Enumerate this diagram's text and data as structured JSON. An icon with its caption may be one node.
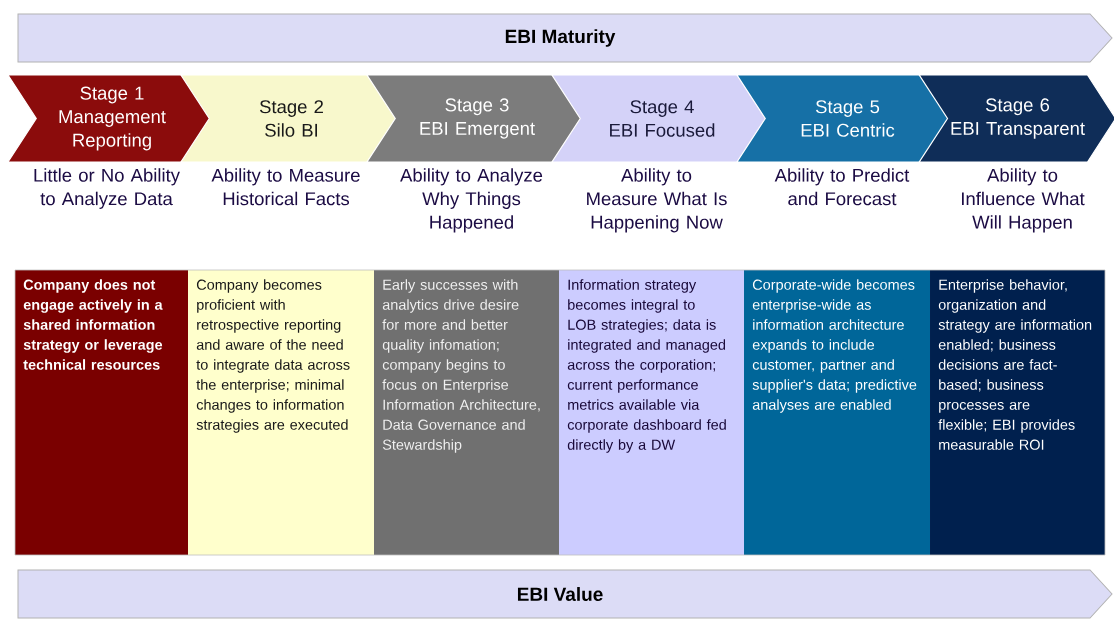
{
  "diagram": {
    "nodes": [
      {
        "text": [
          "EBI Maturity"
        ]
      },
      {
        "text": [
          "Stage 1",
          "Management Reporting"
        ],
        "beside": [
          "Little or No Ability to Analyze Data"
        ]
      },
      {
        "text": [
          "Stage 2",
          "Silo BI"
        ],
        "beside": [
          "Ability to Measure Historical Facts"
        ]
      },
      {
        "text": [
          "Stage 3",
          "EBI Emergent"
        ],
        "beside": [
          "Ability to Analyze Why Things Happened"
        ]
      },
      {
        "text": [
          "Stage 4",
          "EBI Focused"
        ],
        "beside": [
          "Ability to Measure What Is Happening Now"
        ]
      },
      {
        "text": [
          "Stage 5",
          "EBI Centric"
        ],
        "beside": [
          "Ability to Predict and Forecast"
        ]
      },
      {
        "text": [
          "Stage 6",
          "EBI Transparent"
        ],
        "beside": [
          "Ability to Influence What Will Happen"
        ]
      },
      {
        "text": [
          "Company does not engage actively in a shared information strategy or leverage technical resources"
        ]
      },
      {
        "text": [
          "Company becomes proficient with retrospective reporting and aware of the need to integrate data across the enterprise; minimal changes to information strategies are executed"
        ]
      },
      {
        "text": [
          "Early successes with analytics drive desire for more and better quality infomation; company begins to focus on Enterprise Information Architecture, Data Governance and Stewardship"
        ]
      },
      {
        "text": [
          "Information strategy becomes integral to LOB strategies; data is integrated and managed across the corporation; current performance metrics available via corporate dashboard fed directly by a DW"
        ]
      },
      {
        "text": [
          "Corporate-wide becomes enterprise-wide as information architecture expands to include customer, partner and supplier's data; predictive analyses are enabled"
        ]
      },
      {
        "text": [
          "Enterprise behavior, organization and strategy are information enabled; business decisions are fact-based; business processes are flexible; EBI provides measurable ROI"
        ]
      },
      {
        "text": [
          "EBI Value"
        ]
      }
    ]
  }
}
